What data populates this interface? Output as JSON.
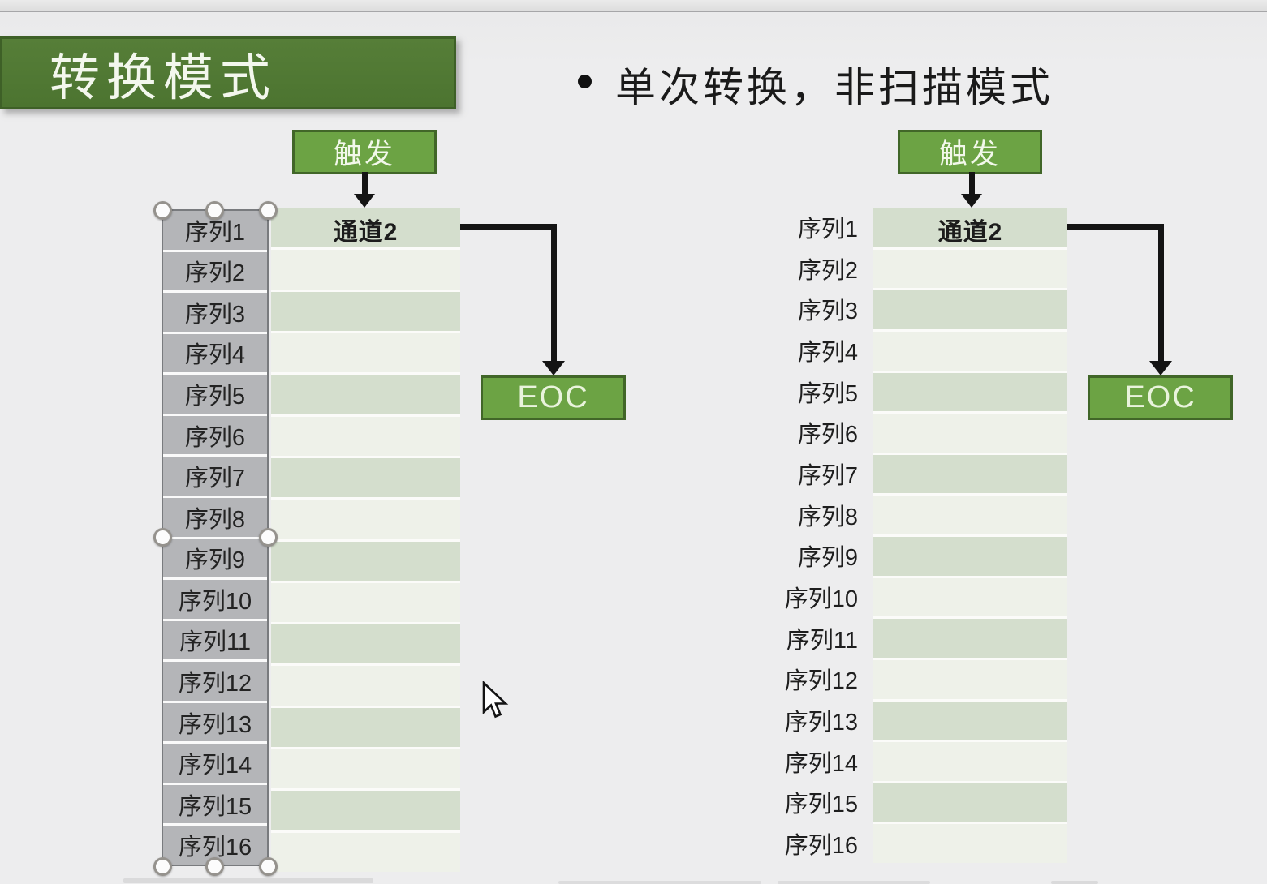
{
  "title": {
    "text": "转换模式"
  },
  "bullet": {
    "marker": "•",
    "text": "单次转换，非扫描模式"
  },
  "diagram_left": {
    "trigger": "触发",
    "channel": "通道2",
    "eoc": "EOC",
    "selected": true,
    "sequences": [
      "序列1",
      "序列2",
      "序列3",
      "序列4",
      "序列5",
      "序列6",
      "序列7",
      "序列8",
      "序列9",
      "序列10",
      "序列11",
      "序列12",
      "序列13",
      "序列14",
      "序列15",
      "序列16"
    ]
  },
  "diagram_right": {
    "trigger": "触发",
    "channel": "通道2",
    "eoc": "EOC",
    "selected": false,
    "sequences": [
      "序列1",
      "序列2",
      "序列3",
      "序列4",
      "序列5",
      "序列6",
      "序列7",
      "序列8",
      "序列9",
      "序列10",
      "序列11",
      "序列12",
      "序列13",
      "序列14",
      "序列15",
      "序列16"
    ]
  },
  "colors": {
    "title_green": "#517a34",
    "button_green": "#6ca344",
    "button_border": "#416628",
    "stripe_dark": "#d4decd",
    "stripe_light": "#eef1e9",
    "selected_label_gray": "#b4b5b8",
    "arrow_black": "#141414"
  }
}
